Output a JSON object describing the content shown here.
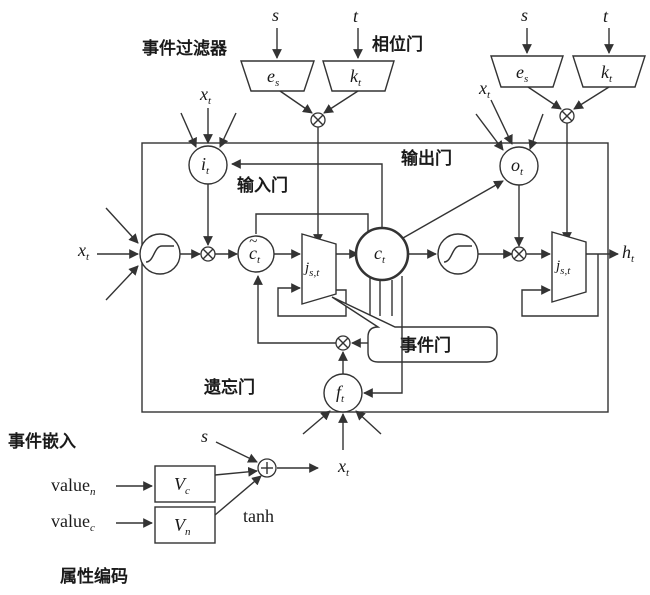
{
  "labels": {
    "event_filter": "事件过滤器",
    "phase_gate": "相位门",
    "output_gate": "输出门",
    "input_gate": "输入门",
    "event_gate": "事件门",
    "forget_gate": "遗忘门",
    "event_embedding": "事件嵌入",
    "attribute_encoding": "属性编码",
    "tanh": "tanh",
    "value_n": "value",
    "value_n_sub": "n",
    "value_c": "value",
    "value_c_sub": "c"
  },
  "symbols": {
    "s": "s",
    "t": "t",
    "x": "x",
    "sub_t": "t",
    "e": "e",
    "sub_s": "s",
    "k": "k",
    "i": "i",
    "o": "o",
    "f": "f",
    "c": "c",
    "c_tilde": "c",
    "j": "j",
    "sub_st": "s,t",
    "h": "h",
    "V": "V",
    "sub_c": "c",
    "sub_n": "n"
  }
}
